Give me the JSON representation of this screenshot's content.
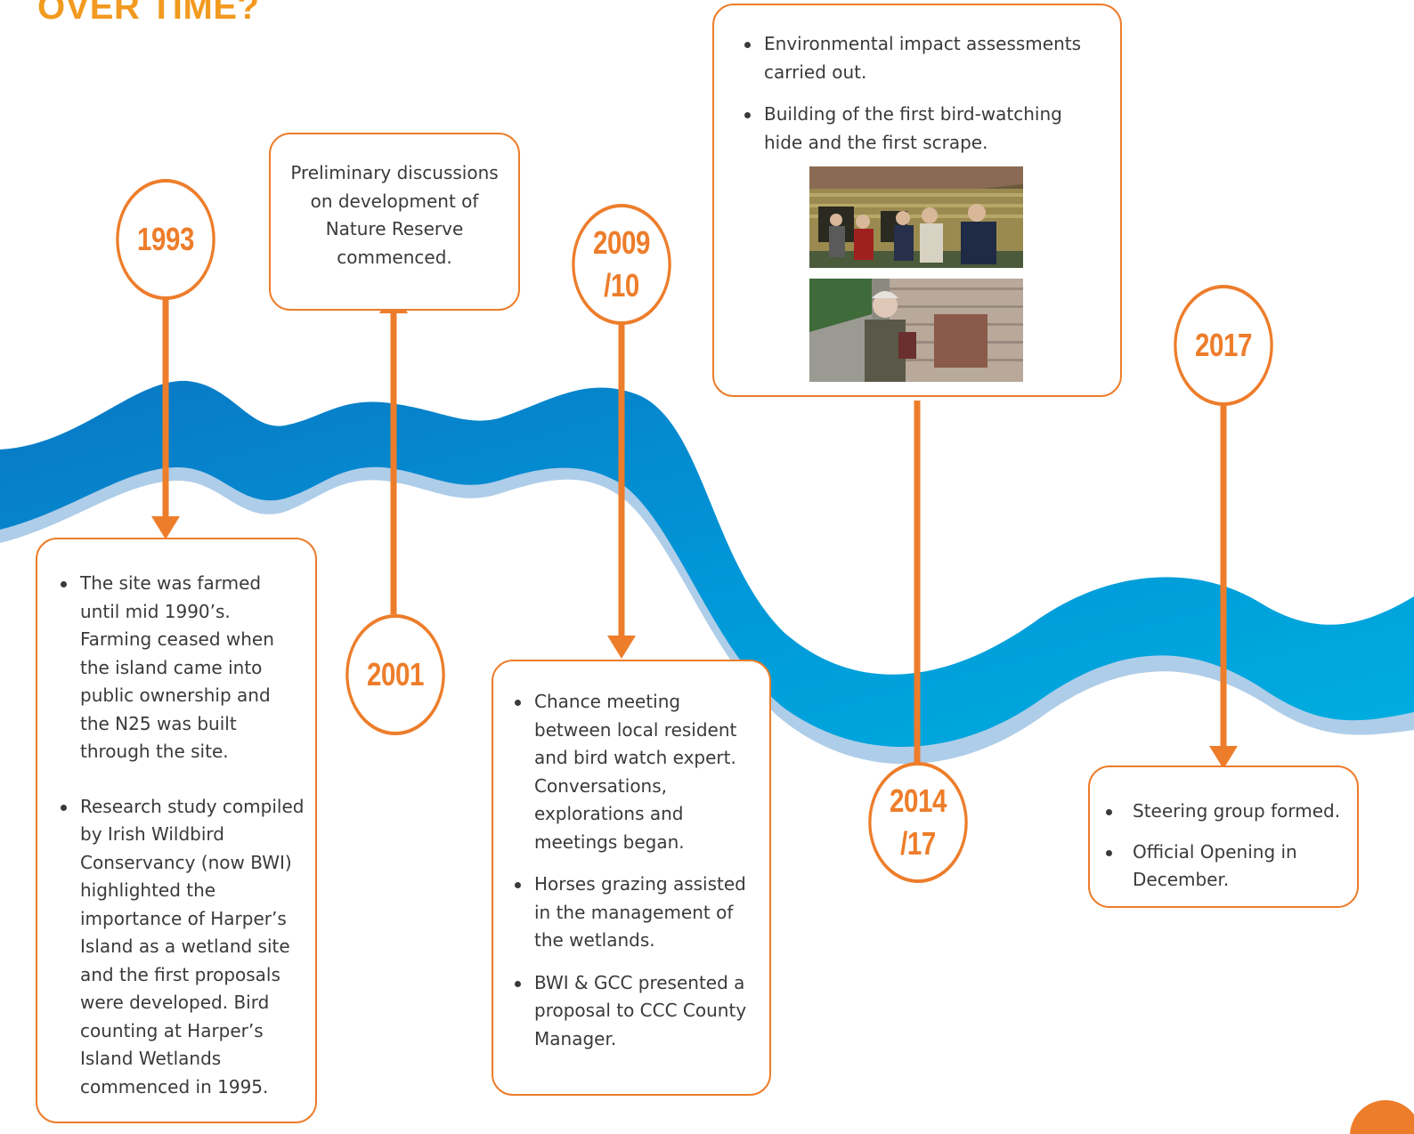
{
  "title": "OVER TIME?",
  "colors": {
    "accent": "#ed7d2b",
    "title": "#f29a1f",
    "river_dark": "#0a78c4",
    "river_light": "#00aee0",
    "river_shadow": "#aecde9"
  },
  "events": [
    {
      "year": [
        "1993"
      ],
      "items": [
        "The site was farmed until mid 1990’s.  Farming ceased when the island came into public ownership and the N25 was built through the site.",
        "Research study compiled by Irish Wildbird Conservancy (now BWI) highlighted the importance of Harper’s Island as a wetland site and the first proposals were developed. Bird counting at Harper’s Island Wetlands commenced in 1995."
      ]
    },
    {
      "year": [
        "2001"
      ],
      "text": "Preliminary discussions on development of Nature Reserve commenced."
    },
    {
      "year": [
        "2009",
        "/10"
      ],
      "items": [
        "Chance meeting between local resident and bird watch expert. Conversations, explorations and meetings began.",
        "Horses grazing assisted in the management of the wetlands.",
        "BWI & GCC presented a proposal to CCC County Manager."
      ]
    },
    {
      "year": [
        "2014",
        "/17"
      ],
      "items": [
        "Environmental impact assessments carried out.",
        "Building of the first bird-watching hide and the first scrape."
      ]
    },
    {
      "year": [
        "2017"
      ],
      "items": [
        "Steering group formed.",
        "Official Opening in December."
      ]
    }
  ]
}
